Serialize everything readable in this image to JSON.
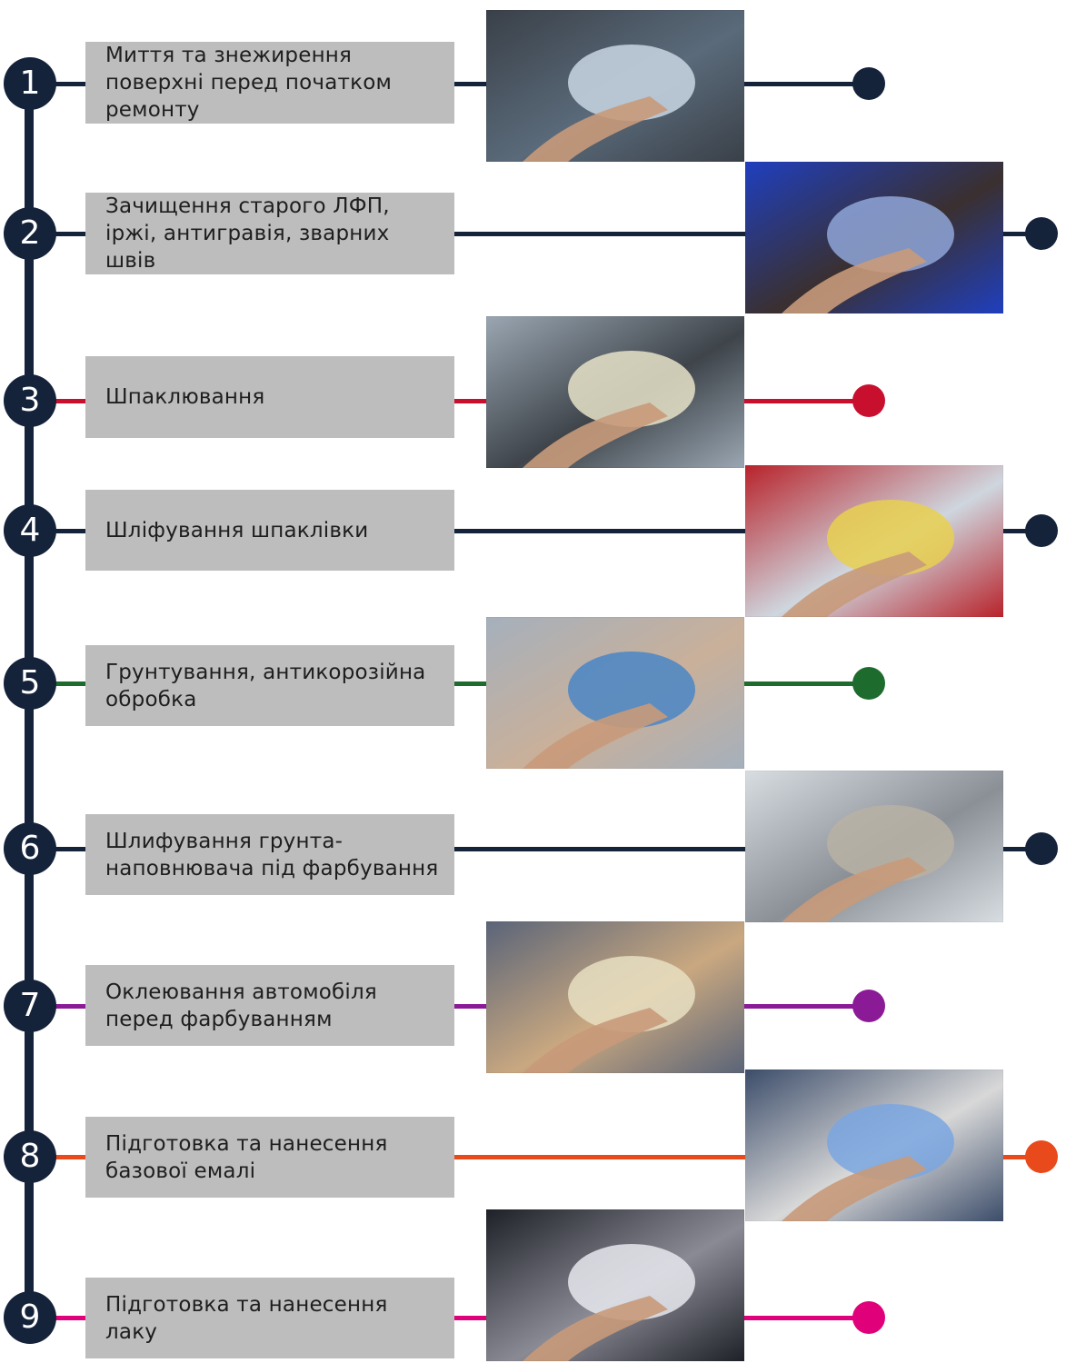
{
  "colors": {
    "navy": "#14223a",
    "red": "#c8102e",
    "green": "#1e6b2e",
    "purple": "#8b1a96",
    "orange": "#e84a1c",
    "magenta": "#e0007a",
    "box_gray": "#bdbdbd"
  },
  "steps": [
    {
      "number": "1",
      "text": "Миття та знежирення поверхні перед початком ремонту",
      "color": "#14223a",
      "icon": "car-wash-photo"
    },
    {
      "number": "2",
      "text": "Зачищення старого ЛФП, іржі, антигравія, зварних швів",
      "color": "#14223a",
      "icon": "sanding-disc-photo"
    },
    {
      "number": "3",
      "text": "Шпаклювання",
      "color": "#c8102e",
      "icon": "putty-spatula-photo"
    },
    {
      "number": "4",
      "text": "Шліфування шпаклівки",
      "color": "#14223a",
      "icon": "sanding-block-photo"
    },
    {
      "number": "5",
      "text": "Грунтування, антикорозійна обробка",
      "color": "#1e6b2e",
      "icon": "spray-gun-primer-photo"
    },
    {
      "number": "6",
      "text": "Шлифування грунта-наповнювача під фарбування",
      "color": "#14223a",
      "icon": "orbital-sander-photo"
    },
    {
      "number": "7",
      "text": "Оклеювання автомобіля перед фарбуванням",
      "color": "#8b1a96",
      "icon": "masking-tape-photo"
    },
    {
      "number": "8",
      "text": "Підготовка та нанесення базової емалі",
      "color": "#e84a1c",
      "icon": "paint-mixing-photo"
    },
    {
      "number": "9",
      "text": "Підготовка та нанесення лаку",
      "color": "#e0007a",
      "icon": "spray-gun-lacquer-photo"
    }
  ]
}
